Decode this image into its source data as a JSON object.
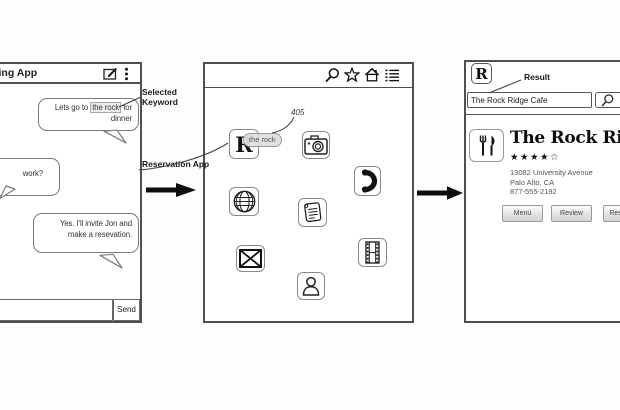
{
  "colors": {
    "wireframe_border": "#4f4f4f",
    "arrow": "#111111",
    "keyword_highlight_bg": "#ececec",
    "tag_fill": "#dfdfdf"
  },
  "annotations": {
    "selected_keyword": "Selected Keyword",
    "reservation_app": "Reservation App",
    "result": "Result",
    "figure_ref": "405"
  },
  "messaging_phone": {
    "title": "Messaging App",
    "toolbar_icons": [
      "compose-icon",
      "overflow-menu-icon"
    ],
    "bubbles": {
      "b1_before": "Lets go to ",
      "b1_keyword": "the rock",
      "b1_after": " for dinner",
      "b2": "work?",
      "b3": "Yes. I'll invite Jon and make a resevation."
    },
    "composer": {
      "send": "Send"
    }
  },
  "apps_phone": {
    "toolbar_icons": [
      "search-icon",
      "star-icon",
      "home-icon",
      "list-icon"
    ],
    "dragged_tag": "the rock",
    "apps": [
      {
        "name": "reservation",
        "glyph": "R"
      },
      {
        "name": "camera"
      },
      {
        "name": "phone"
      },
      {
        "name": "browser"
      },
      {
        "name": "notes"
      },
      {
        "name": "mail"
      },
      {
        "name": "video"
      },
      {
        "name": "contacts"
      }
    ]
  },
  "result_phone": {
    "app_glyph": "R",
    "search_value": "The Rock Ridge Cafe",
    "listing": {
      "name": "The Rock Ridge Cafe",
      "stars": "★★★★☆",
      "rating_filled": 4,
      "rating_total": 5,
      "address1": "13082 University Avenue",
      "address2": "Palo Alto, CA",
      "phone": "877-555-2192",
      "buttons": [
        "Menu",
        "Review",
        "Reservation"
      ]
    }
  }
}
